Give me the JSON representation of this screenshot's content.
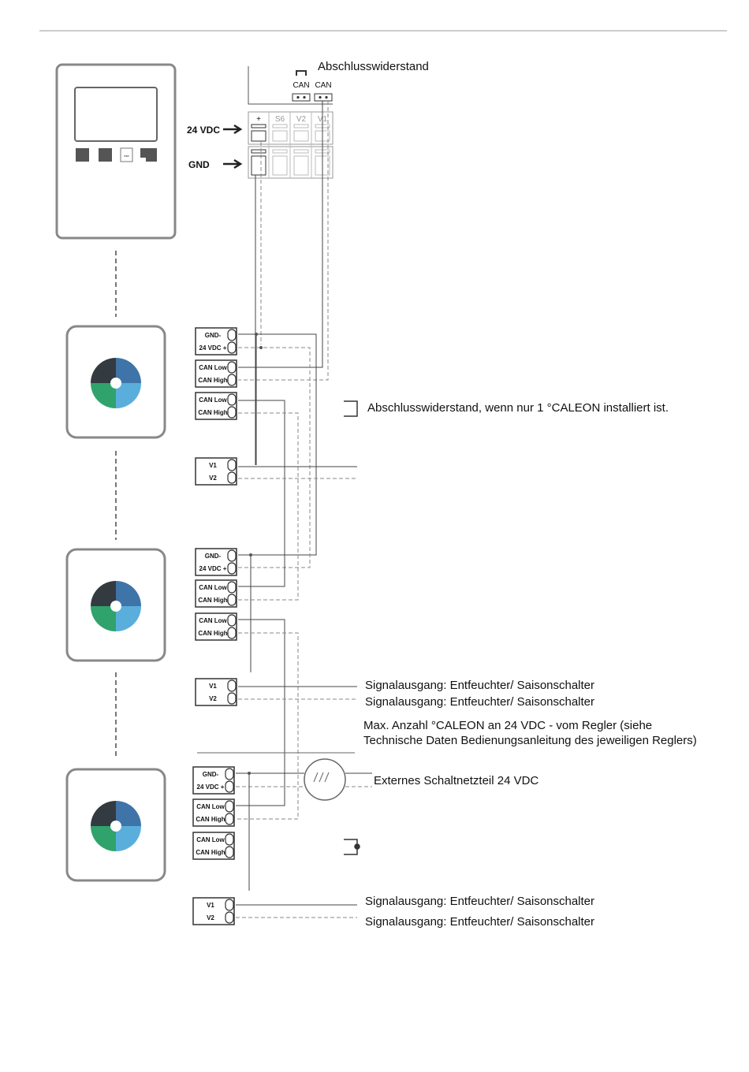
{
  "controller": {
    "termination_label": "Abschlusswiderstand",
    "can_labels": [
      "CAN",
      "CAN"
    ],
    "terminals": [
      "+",
      "S6",
      "V2",
      "V1"
    ],
    "power_label": "24 VDC",
    "ground_label": "GND",
    "button_center_label": "esc"
  },
  "modules": [
    {
      "terminals": [
        "GND-",
        "24 VDC +",
        "CAN Low",
        "CAN High",
        "CAN Low",
        "CAN High",
        "V1",
        "V2"
      ]
    },
    {
      "terminals": [
        "GND-",
        "24 VDC +",
        "CAN Low",
        "CAN High",
        "CAN Low",
        "CAN High",
        "V1",
        "V2"
      ]
    },
    {
      "terminals": [
        "GND-",
        "24 VDC +",
        "CAN Low",
        "CAN High",
        "CAN Low",
        "CAN High",
        "V1",
        "V2"
      ]
    }
  ],
  "annotations": {
    "termination_note": "Abschlusswiderstand, wenn nur 1 °CALEON installiert ist.",
    "signal_output": "Signalausgang: Entfeuchter/ Saisonschalter",
    "max_count_line1": "Max. Anzahl °CALEON an 24 VDC - vom Regler (siehe",
    "max_count_line2": "Technische Daten Bedienungsanleitung des jeweiligen Reglers)",
    "external_psu": "Externes Schaltnetzteil 24 VDC"
  },
  "colors": {
    "dark": "#333a40",
    "blue": "#3f74a8",
    "green": "#2fa36b",
    "light_blue": "#5aaedc",
    "line": "#555555",
    "dashed": "#8a8a8a"
  }
}
